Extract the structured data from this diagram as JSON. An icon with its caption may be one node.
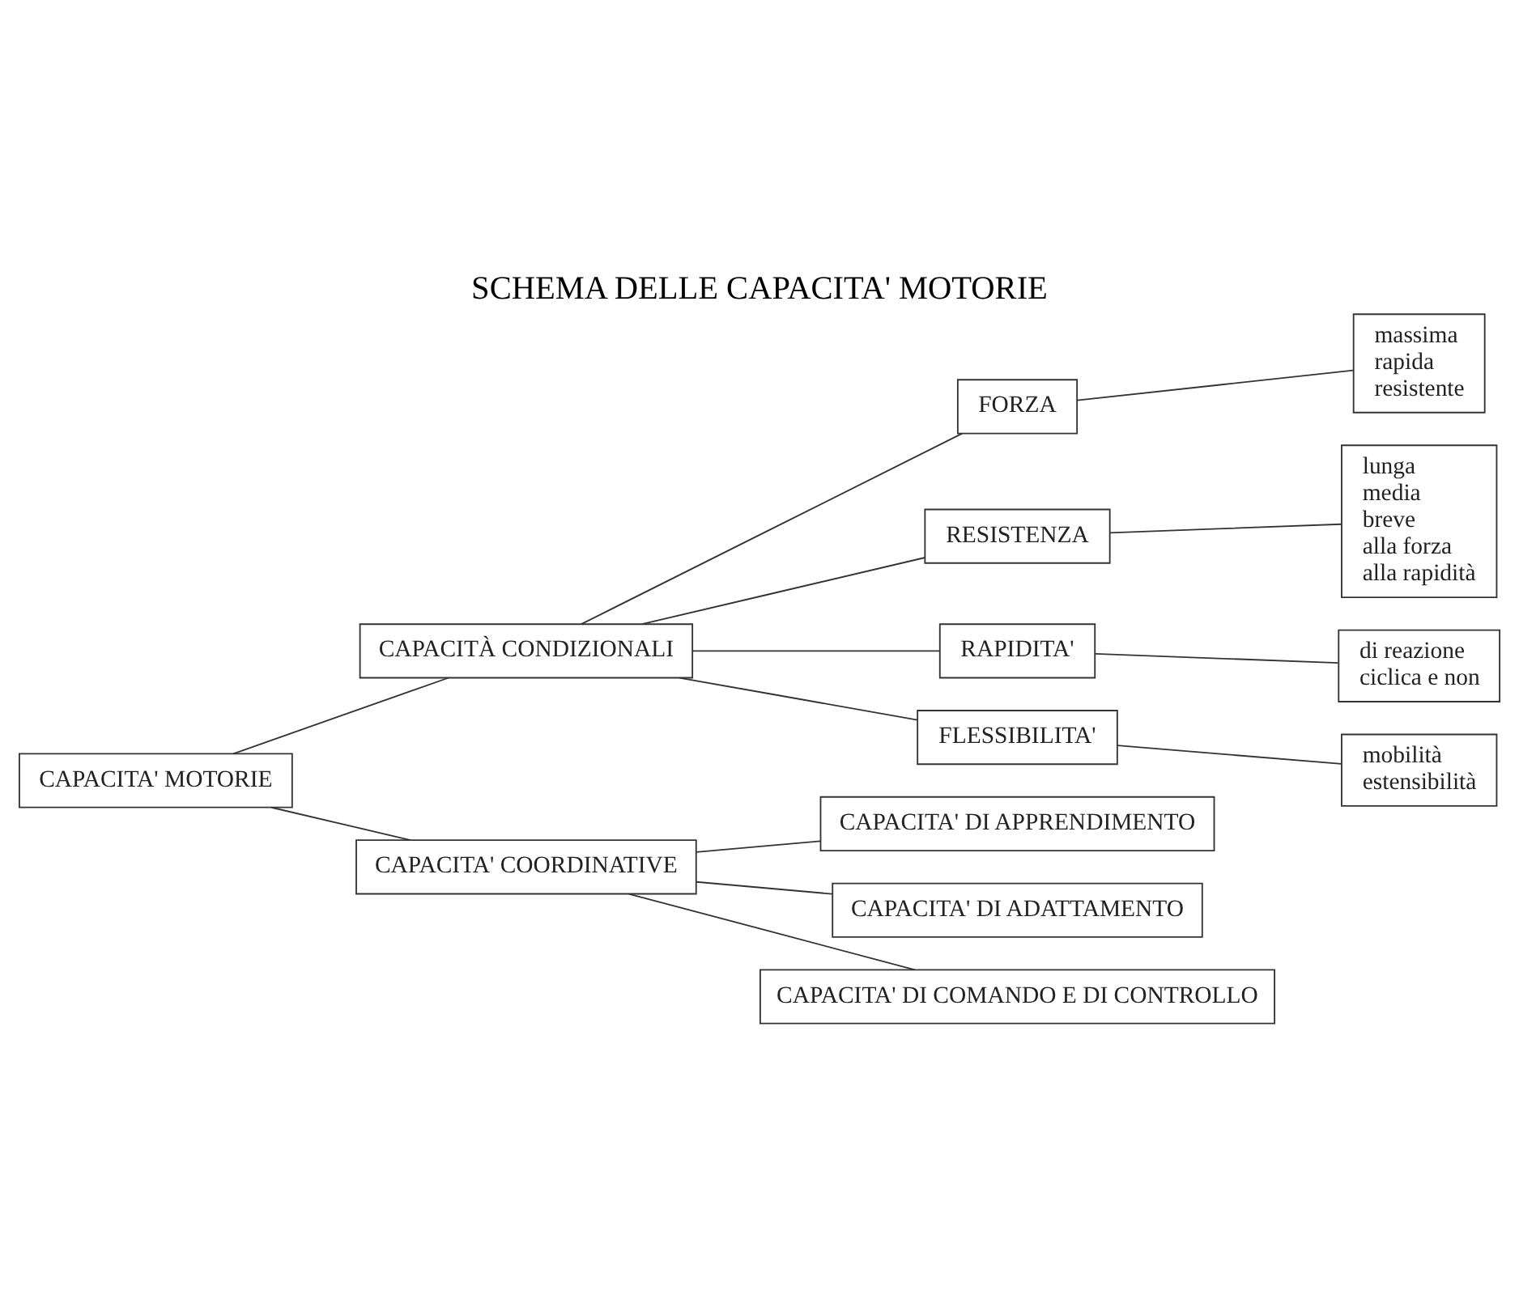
{
  "diagram": {
    "title": "SCHEMA DELLE CAPACITA' MOTORIE",
    "nodes": [
      {
        "text": [
          "CAPACITA' MOTORIE"
        ]
      },
      {
        "text": [
          "CAPACITÀ CONDIZIONALI"
        ]
      },
      {
        "text": [
          "FORZA"
        ]
      },
      {
        "text": [
          "massima",
          "rapida",
          "resistente"
        ]
      },
      {
        "text": [
          "RESISTENZA"
        ]
      },
      {
        "text": [
          "lunga",
          "media",
          "breve",
          "alla forza",
          "alla rapidità"
        ]
      },
      {
        "text": [
          "RAPIDITA'"
        ]
      },
      {
        "text": [
          "di reazione",
          "ciclica e non"
        ]
      },
      {
        "text": [
          "FLESSIBILITA'"
        ]
      },
      {
        "text": [
          "mobilità",
          "estensibilità"
        ]
      },
      {
        "text": [
          "CAPACITA' COORDINATIVE"
        ]
      },
      {
        "text": [
          "CAPACITA' DI APPRENDIMENTO"
        ]
      },
      {
        "text": [
          "CAPACITA' DI ADATTAMENTO"
        ]
      },
      {
        "text": [
          "CAPACITA' DI COMANDO E DI CONTROLLO"
        ]
      }
    ],
    "edges": [
      {
        "from": 0,
        "to": 1,
        "arrow": "none"
      },
      {
        "from": 1,
        "to": 2,
        "arrow": "none"
      },
      {
        "from": 2,
        "to": 3,
        "arrow": "none"
      },
      {
        "from": 1,
        "to": 4,
        "arrow": "none"
      },
      {
        "from": 4,
        "to": 5,
        "arrow": "none"
      },
      {
        "from": 1,
        "to": 6,
        "arrow": "none"
      },
      {
        "from": 6,
        "to": 7,
        "arrow": "none"
      },
      {
        "from": 1,
        "to": 8,
        "arrow": "none"
      },
      {
        "from": 8,
        "to": 9,
        "arrow": "none"
      },
      {
        "from": 0,
        "to": 10,
        "arrow": "none"
      },
      {
        "from": 10,
        "to": 11,
        "arrow": "none"
      },
      {
        "from": 10,
        "to": 12,
        "arrow": "none"
      },
      {
        "from": 10,
        "to": 13,
        "arrow": "none"
      }
    ]
  }
}
